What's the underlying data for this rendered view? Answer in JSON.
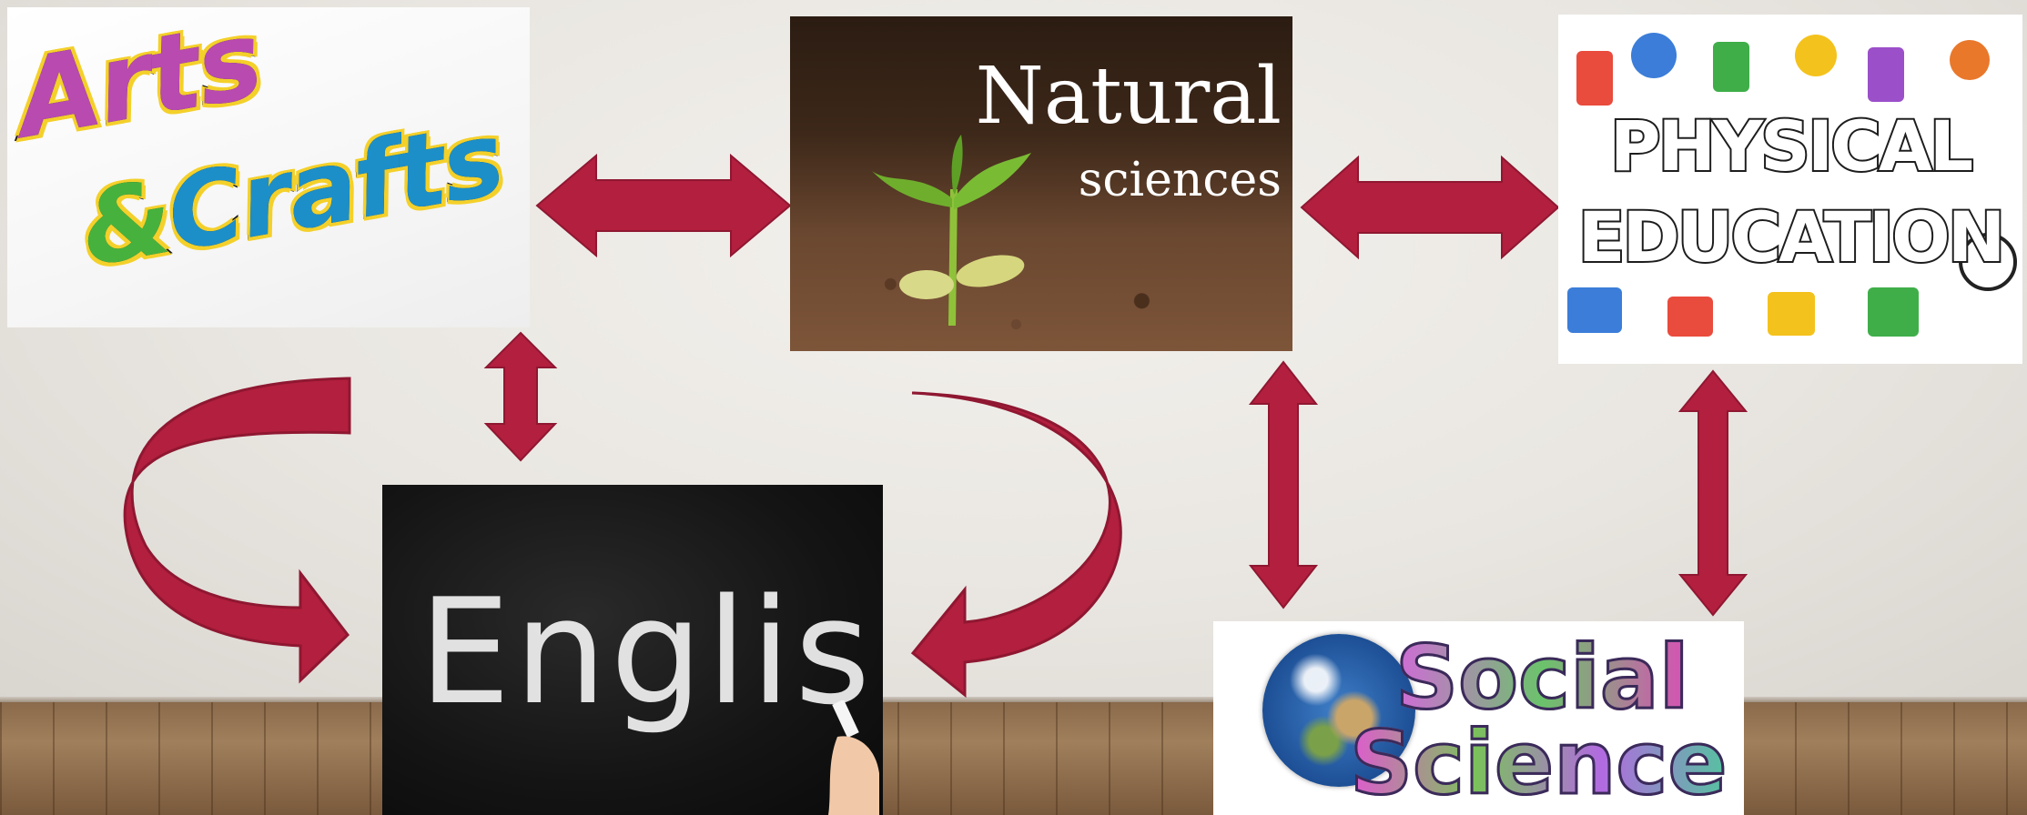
{
  "diagram": {
    "arrow_color": "#b31f3e",
    "arrow_dark_color": "#8f1731",
    "nodes": {
      "arts": {
        "line1": "Arts",
        "amp": "&",
        "line2": "Crafts"
      },
      "natural": {
        "title": "Natural",
        "subtitle": "sciences"
      },
      "physical": {
        "line1": "PHYSICAL",
        "line2": "EDUCATION"
      },
      "english": {
        "label": "English"
      },
      "social": {
        "line1": "Social",
        "line2": "Science"
      }
    },
    "connections": [
      {
        "from": "arts",
        "to": "natural",
        "type": "double"
      },
      {
        "from": "natural",
        "to": "physical",
        "type": "double"
      },
      {
        "from": "arts",
        "to": "english",
        "type": "double"
      },
      {
        "from": "natural",
        "to": "social",
        "type": "double"
      },
      {
        "from": "physical",
        "to": "social",
        "type": "double"
      },
      {
        "from": "arts",
        "to": "english",
        "type": "curved"
      },
      {
        "from": "natural",
        "to": "english",
        "type": "curved"
      }
    ]
  }
}
